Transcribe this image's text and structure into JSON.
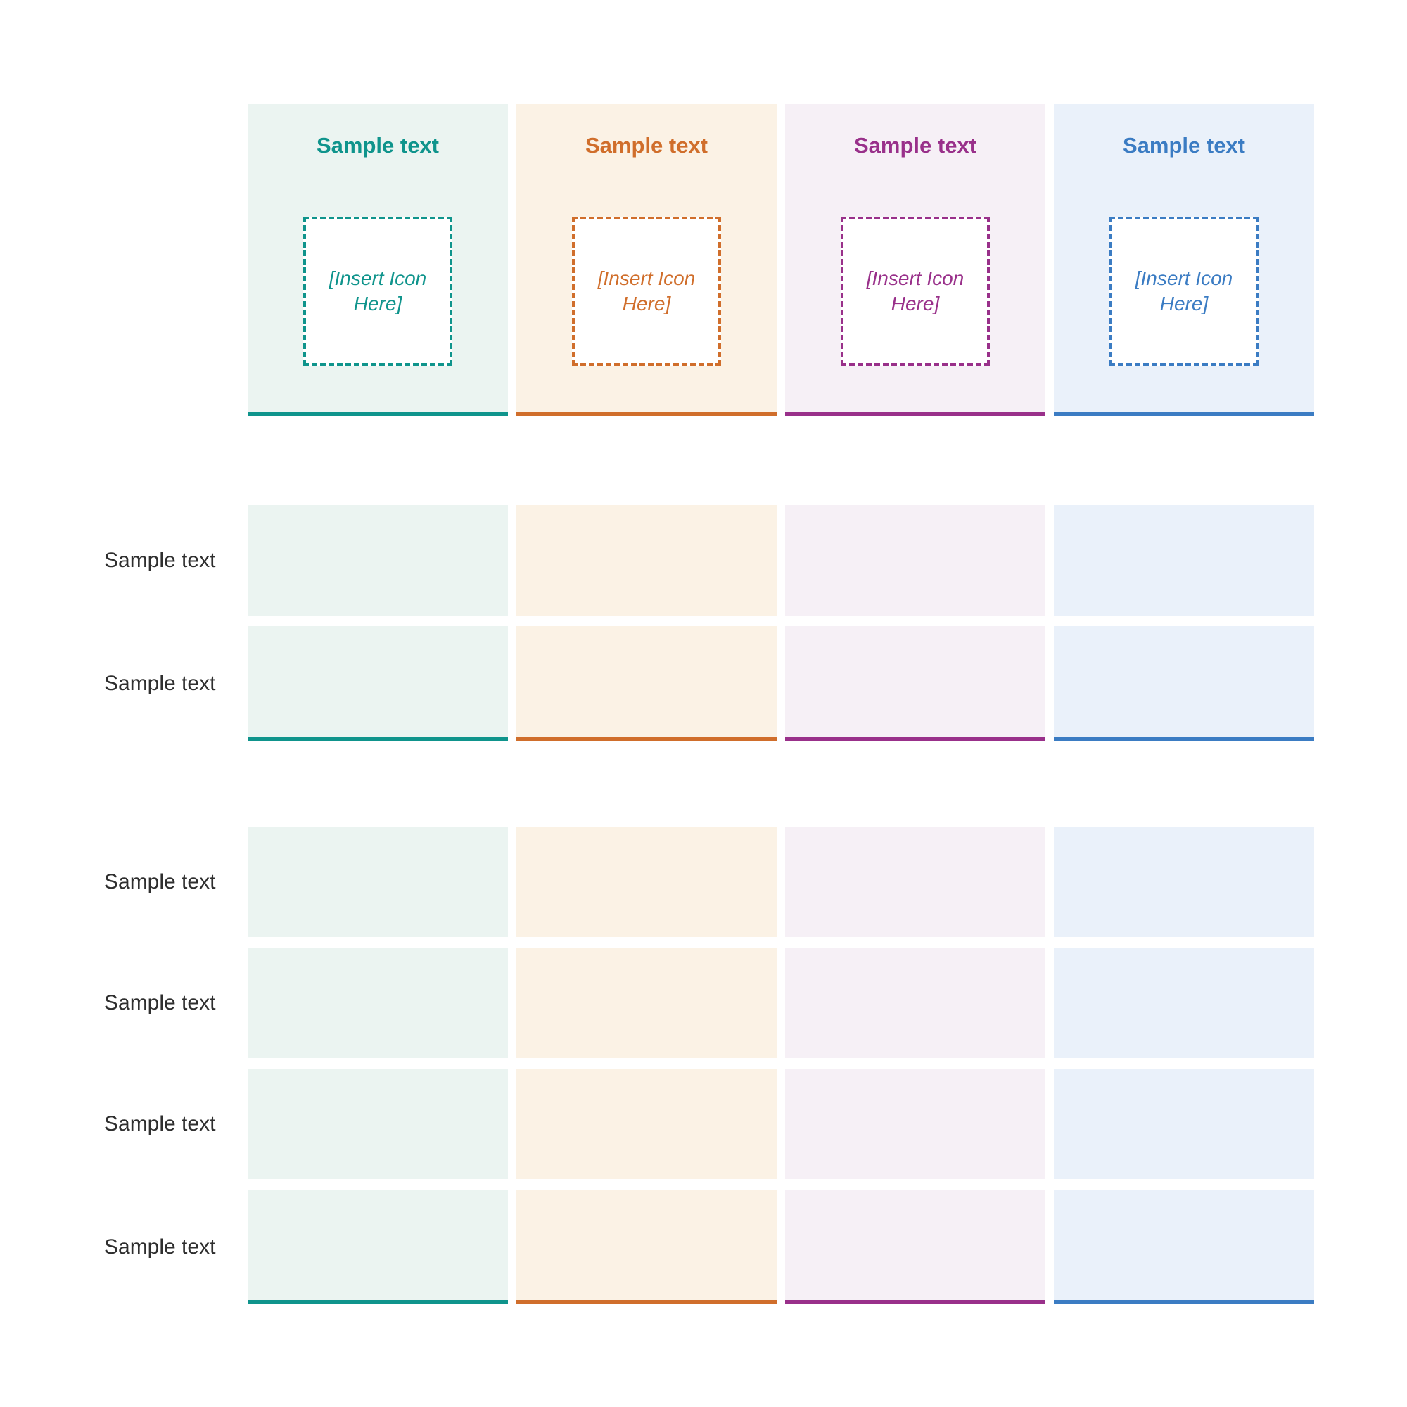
{
  "template": {
    "columns": [
      {
        "title": "Sample text",
        "accent": "#0F948C",
        "bg": "#EBF4F1",
        "icon_placeholder": "[Insert Icon Here]"
      },
      {
        "title": "Sample text",
        "accent": "#D06E2B",
        "bg": "#FBF2E5",
        "icon_placeholder": "[Insert Icon Here]"
      },
      {
        "title": "Sample text",
        "accent": "#99308A",
        "bg": "#F6F0F6",
        "icon_placeholder": "[Insert Icon Here]"
      },
      {
        "title": "Sample text",
        "accent": "#3B7CC3",
        "bg": "#EAF1FA",
        "icon_placeholder": "[Insert Icon Here]"
      }
    ],
    "label_color": "#2F2F2F",
    "sections": [
      {
        "rows": [
          {
            "label": "Sample text"
          },
          {
            "label": "Sample text"
          }
        ]
      },
      {
        "rows": [
          {
            "label": "Sample text"
          },
          {
            "label": "Sample text"
          },
          {
            "label": "Sample text"
          },
          {
            "label": "Sample text"
          }
        ]
      }
    ]
  }
}
